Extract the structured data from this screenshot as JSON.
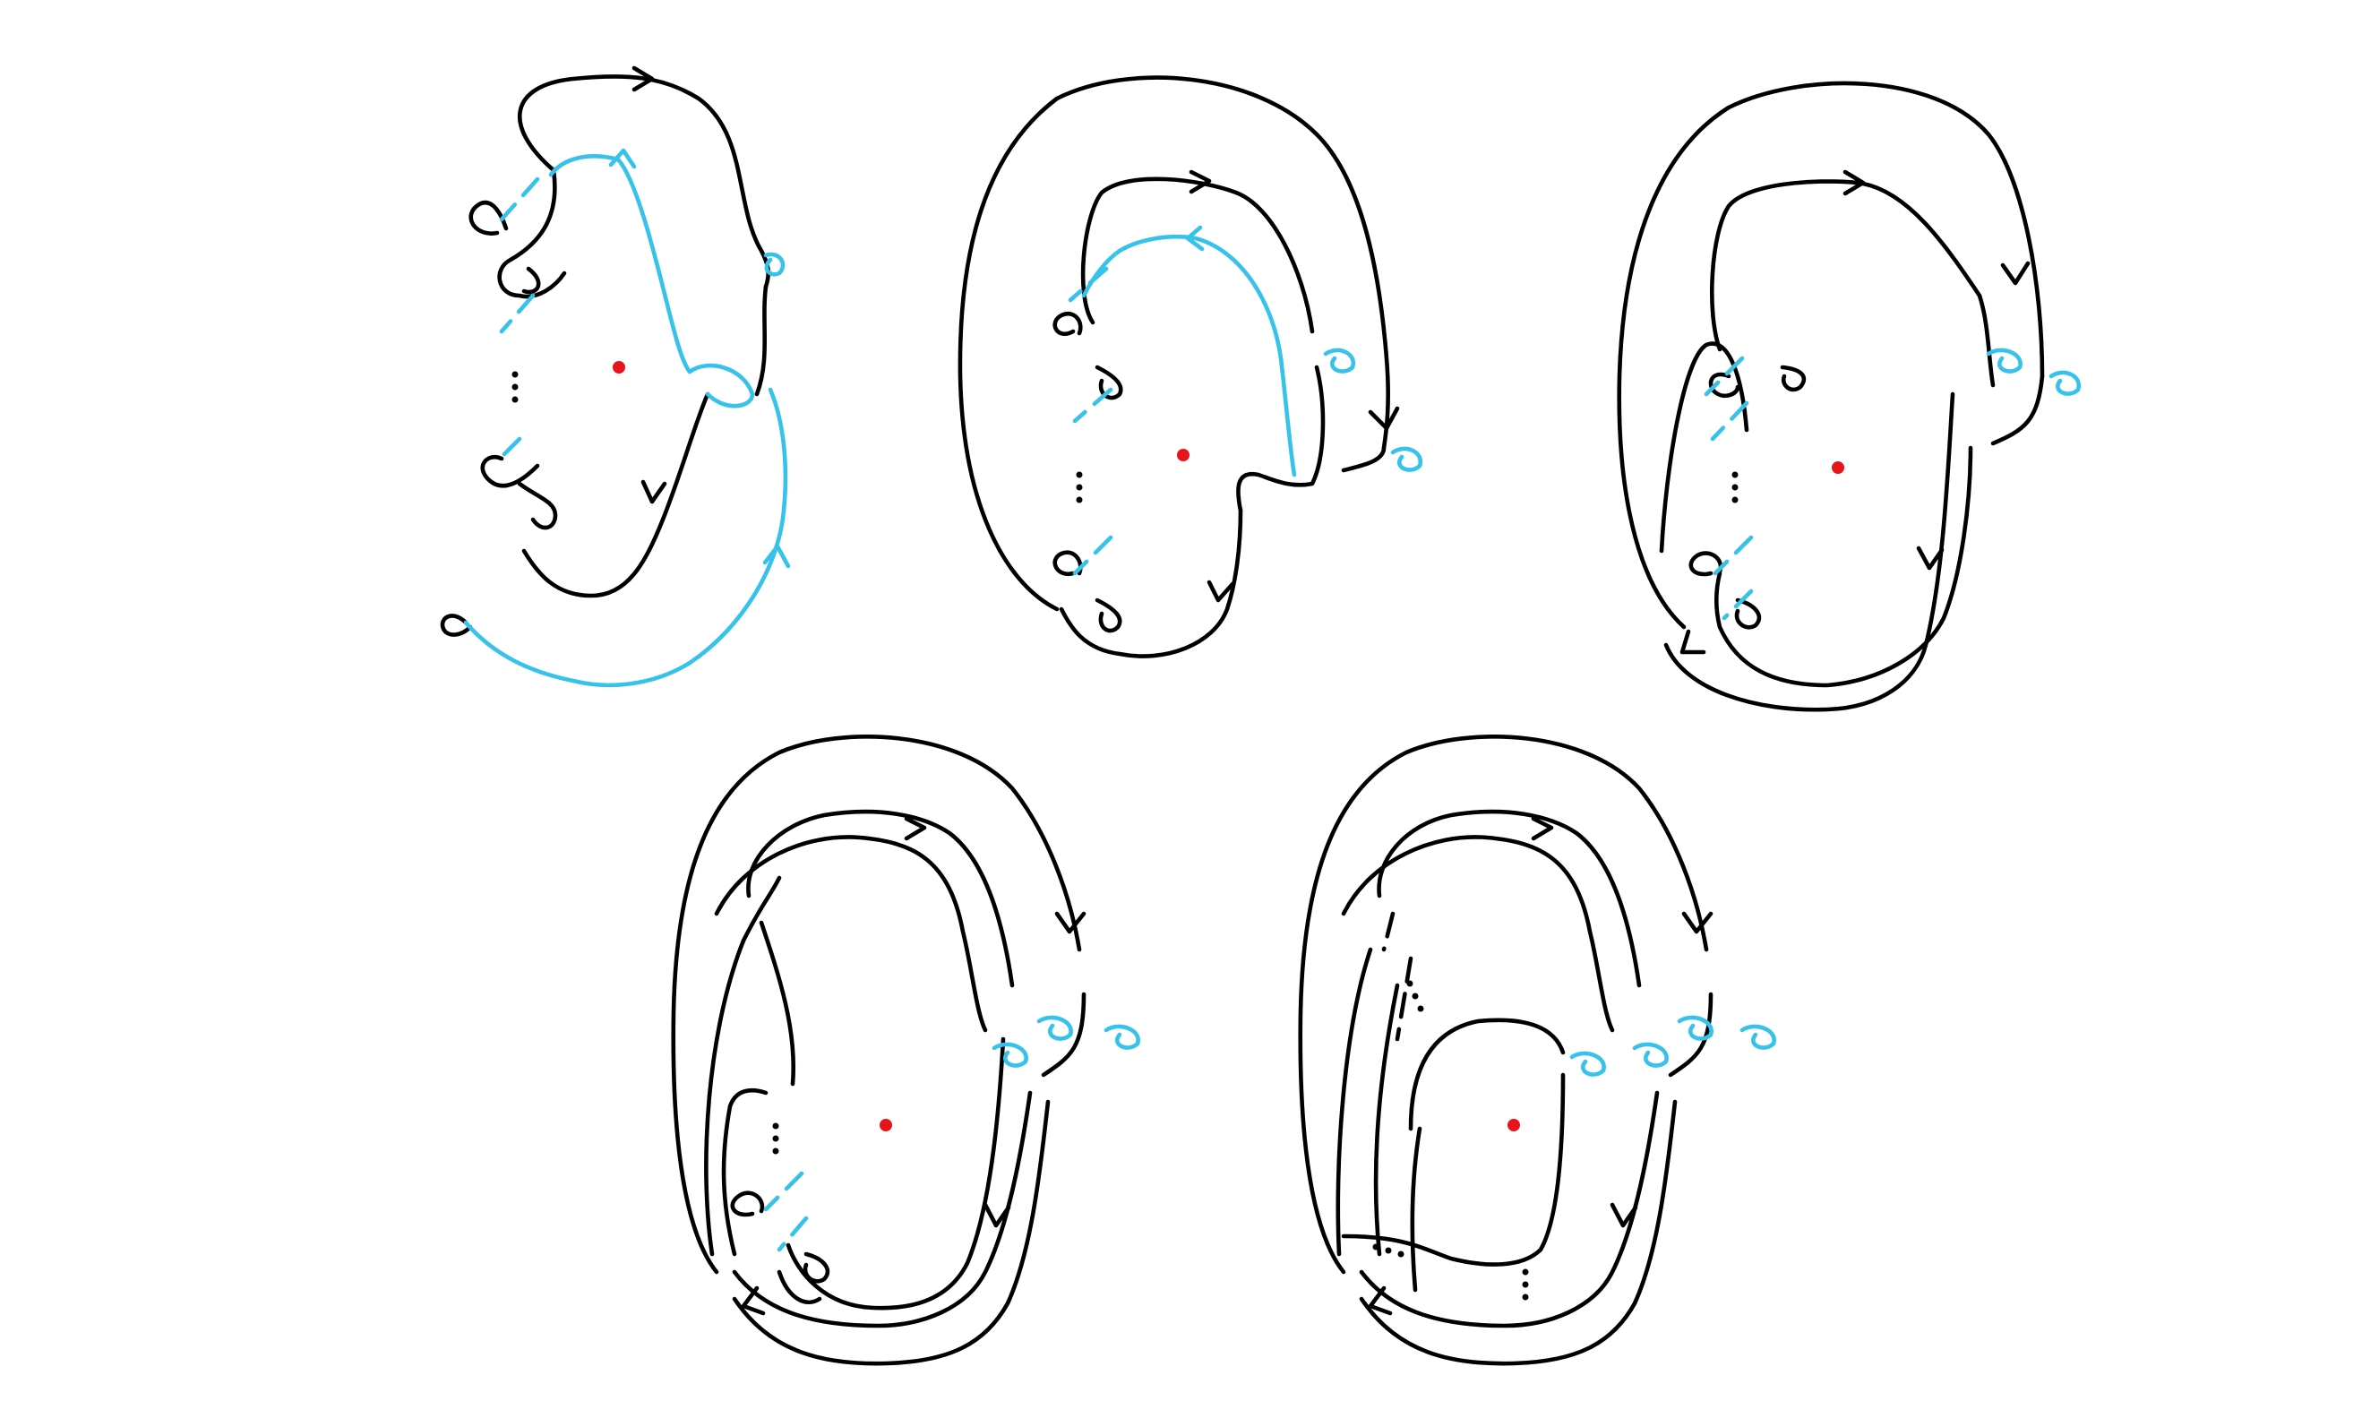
{
  "colors": {
    "knot": "#000000",
    "unknot": "#36c2ea",
    "basepoint": "#e8141c",
    "background": "#ffffff"
  },
  "figure": {
    "panels": [
      {
        "id": "panel-1",
        "row": 1,
        "col": 1
      },
      {
        "id": "panel-2",
        "row": 1,
        "col": 2
      },
      {
        "id": "panel-3",
        "row": 1,
        "col": 3
      },
      {
        "id": "panel-4",
        "row": 2,
        "col": 1
      },
      {
        "id": "panel-5",
        "row": 2,
        "col": 2
      }
    ]
  }
}
